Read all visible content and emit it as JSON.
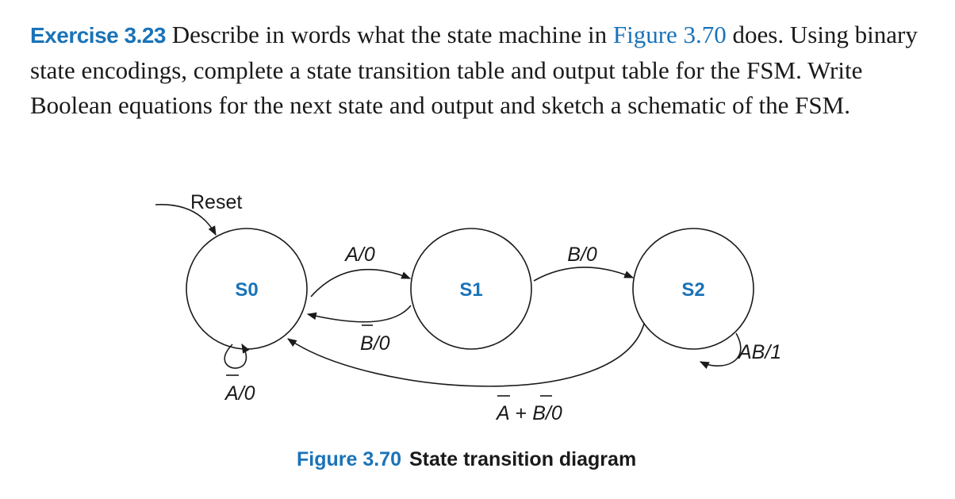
{
  "exercise": {
    "label": "Exercise 3.23",
    "text_before_ref": " Describe in words what the state machine in ",
    "figure_ref": "Figure 3.70",
    "text_after_ref": " does. Using binary state encodings, complete a state transition table and output table for the FSM. Write Boolean equations for the next state and output and sketch a schematic of the FSM."
  },
  "diagram": {
    "reset_label": "Reset",
    "states": {
      "s0": "S0",
      "s1": "S1",
      "s2": "S2"
    },
    "transitions": {
      "s0_to_s1": "A/0",
      "s1_to_s0_var": "B",
      "s1_to_s0_out": "/0",
      "s0_self_var": "A",
      "s0_self_out": "/0",
      "s1_to_s2": "B/0",
      "s2_self": "AB/1",
      "s2_to_s0_var1": "A",
      "s2_to_s0_plus": " + ",
      "s2_to_s0_var2": "B",
      "s2_to_s0_out": "/0"
    }
  },
  "caption": {
    "number": "Figure 3.70",
    "title": "State transition diagram"
  }
}
